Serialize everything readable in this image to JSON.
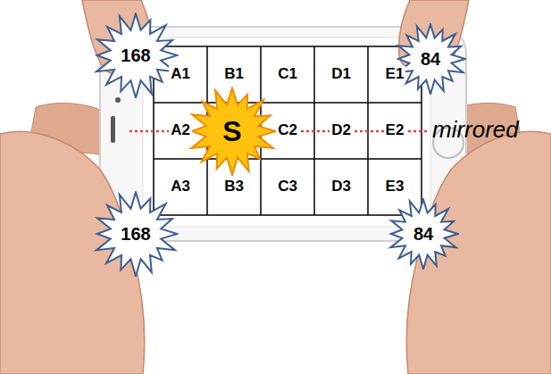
{
  "diagram": {
    "nodes": [
      {
        "text": [
          "168"
        ]
      },
      {
        "text": [
          "84"
        ]
      },
      {
        "text": [
          "A1"
        ]
      },
      {
        "text": [
          "B1"
        ]
      },
      {
        "text": [
          "C1"
        ]
      },
      {
        "text": [
          "D1"
        ]
      },
      {
        "text": [
          "E1"
        ]
      },
      {
        "text": [
          "S"
        ]
      },
      {
        "text": [
          "A2"
        ]
      },
      {
        "text": [
          "C2"
        ]
      },
      {
        "text": [
          "D2"
        ]
      },
      {
        "text": [
          "E2"
        ]
      },
      {
        "text": [
          "A3"
        ]
      },
      {
        "text": [
          "B3"
        ]
      },
      {
        "text": [
          "C3"
        ]
      },
      {
        "text": [
          "D3"
        ]
      },
      {
        "text": [
          "E3"
        ]
      },
      {
        "text": [
          "168"
        ]
      },
      {
        "text": [
          "84"
        ]
      }
    ],
    "labels": [
      "mirrored"
    ]
  }
}
